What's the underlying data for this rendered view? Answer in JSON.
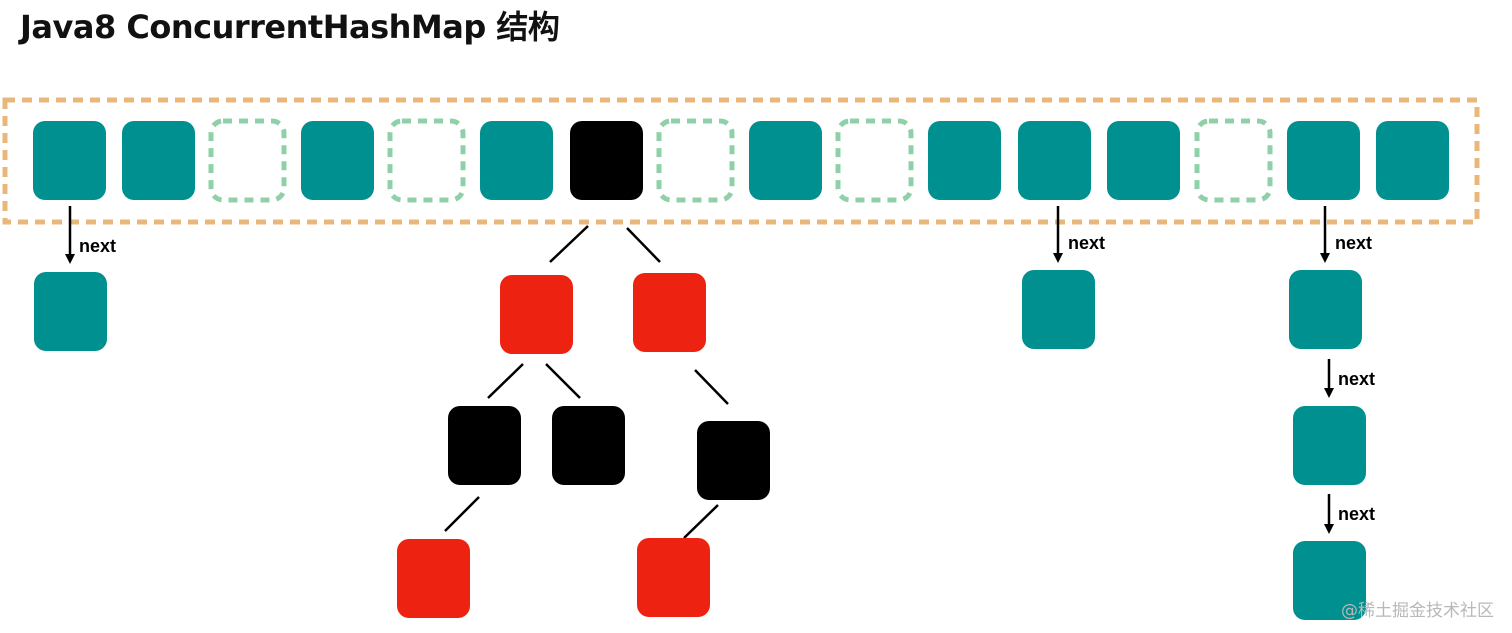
{
  "title": "Java8 ConcurrentHashMap 结构",
  "next_label": "next",
  "watermark": "@稀土掘金技术社区",
  "colors": {
    "bucket": "#009090",
    "empty_bucket": "#8fd0a8",
    "red_node": "#ee2211",
    "black_node": "#000000",
    "table_border": "#e8b87a"
  },
  "table": {
    "slots": [
      "node",
      "node",
      "empty",
      "node",
      "empty",
      "node",
      "tree",
      "empty",
      "node",
      "empty",
      "node",
      "node",
      "node",
      "empty",
      "node",
      "node"
    ]
  },
  "chains": [
    {
      "slot": 0,
      "length": 1
    },
    {
      "slot": 11,
      "length": 1
    },
    {
      "slot": 14,
      "length": 3
    }
  ],
  "tree": {
    "slot": 6,
    "root_color": "black",
    "children": [
      {
        "color": "red",
        "children": [
          {
            "color": "black",
            "children": [
              {
                "color": "red",
                "children": []
              }
            ]
          },
          {
            "color": "black",
            "children": []
          }
        ]
      },
      {
        "color": "red",
        "children": [
          {
            "color": "black",
            "children": [
              {
                "color": "red",
                "children": []
              }
            ]
          }
        ]
      }
    ]
  }
}
